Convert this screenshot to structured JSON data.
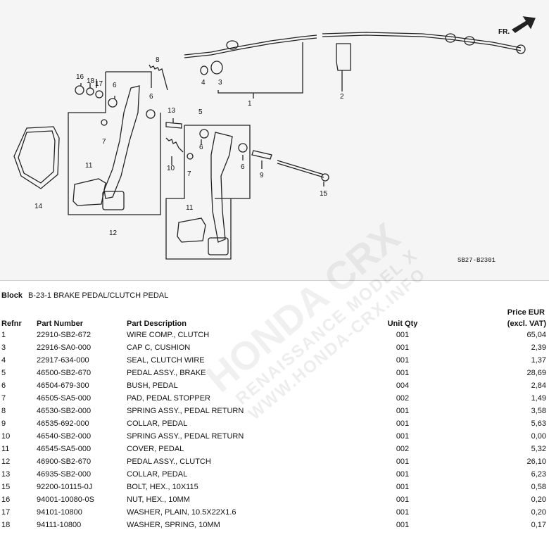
{
  "diagram": {
    "callouts": [
      "1",
      "2",
      "3",
      "4",
      "5",
      "6",
      "6",
      "6",
      "6",
      "7",
      "7",
      "8",
      "9",
      "10",
      "11",
      "11",
      "12",
      "13",
      "14",
      "15",
      "16",
      "17",
      "18"
    ],
    "direction_label": "FR.",
    "figure_code": "SB27-B2301"
  },
  "watermark": {
    "main": "HONDA CRX",
    "sub": "RENAISSANCE MODEL X",
    "url": "WWW.HONDA-CRX.INFO"
  },
  "block": {
    "label": "Block",
    "code": "B-23-1 BRAKE PEDAL/CLUTCH PEDAL"
  },
  "table": {
    "price_header_line1": "Price EUR",
    "headers": {
      "refnr": "Refnr",
      "part_number": "Part Number",
      "description": "Part Description",
      "qty": "Unit Qty",
      "price": "(excl. VAT)"
    },
    "rows": [
      {
        "ref": "1",
        "part": "22910-SB2-672",
        "desc": "WIRE COMP., CLUTCH",
        "qty": "001",
        "price": "65,04"
      },
      {
        "ref": "3",
        "part": "22916-SA0-000",
        "desc": "CAP C, CUSHION",
        "qty": "001",
        "price": "2,39"
      },
      {
        "ref": "4",
        "part": "22917-634-000",
        "desc": "SEAL, CLUTCH WIRE",
        "qty": "001",
        "price": "1,37"
      },
      {
        "ref": "5",
        "part": "46500-SB2-670",
        "desc": "PEDAL ASSY., BRAKE",
        "qty": "001",
        "price": "28,69"
      },
      {
        "ref": "6",
        "part": "46504-679-300",
        "desc": "BUSH, PEDAL",
        "qty": "004",
        "price": "2,84"
      },
      {
        "ref": "7",
        "part": "46505-SA5-000",
        "desc": "PAD, PEDAL STOPPER",
        "qty": "002",
        "price": "1,49"
      },
      {
        "ref": "8",
        "part": "46530-SB2-000",
        "desc": "SPRING ASSY., PEDAL RETURN",
        "qty": "001",
        "price": "3,58"
      },
      {
        "ref": "9",
        "part": "46535-692-000",
        "desc": "COLLAR, PEDAL",
        "qty": "001",
        "price": "5,63"
      },
      {
        "ref": "10",
        "part": "46540-SB2-000",
        "desc": "SPRING ASSY., PEDAL RETURN",
        "qty": "001",
        "price": "0,00"
      },
      {
        "ref": "11",
        "part": "46545-SA5-000",
        "desc": "COVER, PEDAL",
        "qty": "002",
        "price": "5,32"
      },
      {
        "ref": "12",
        "part": "46900-SB2-670",
        "desc": "PEDAL ASSY., CLUTCH",
        "qty": "001",
        "price": "26,10"
      },
      {
        "ref": "13",
        "part": "46935-SB2-000",
        "desc": "COLLAR, PEDAL",
        "qty": "001",
        "price": "6,23"
      },
      {
        "ref": "15",
        "part": "92200-10115-0J",
        "desc": "BOLT, HEX., 10X115",
        "qty": "001",
        "price": "0,58"
      },
      {
        "ref": "16",
        "part": "94001-10080-0S",
        "desc": "NUT, HEX., 10MM",
        "qty": "001",
        "price": "0,20"
      },
      {
        "ref": "17",
        "part": "94101-10800",
        "desc": "WASHER, PLAIN, 10.5X22X1.6",
        "qty": "001",
        "price": "0,20"
      },
      {
        "ref": "18",
        "part": "94111-10800",
        "desc": "WASHER, SPRING, 10MM",
        "qty": "001",
        "price": "0,17"
      }
    ]
  }
}
